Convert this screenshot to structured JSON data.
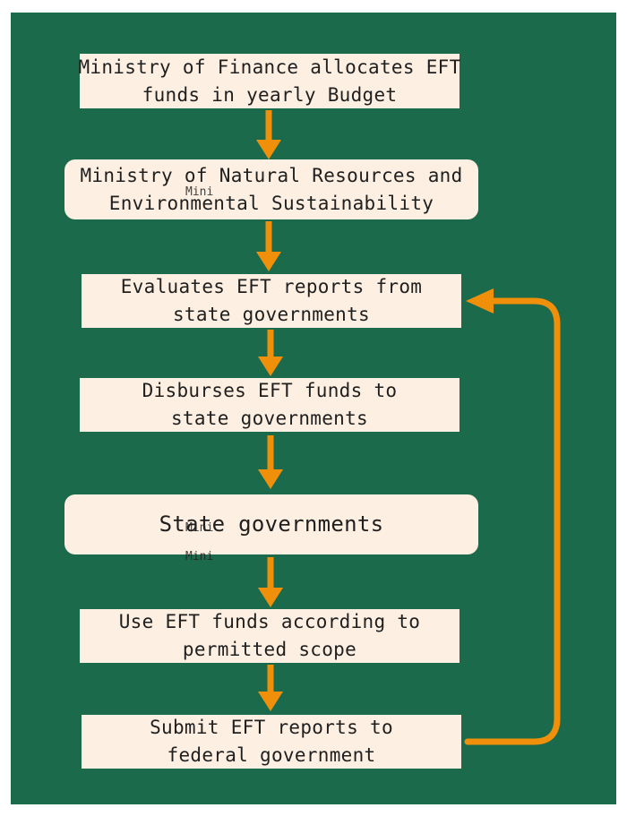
{
  "diagram": {
    "nodes": [
      {
        "id": "n1",
        "line1": "Ministry of Finance allocates EFT",
        "line2": "funds in yearly Budget"
      },
      {
        "id": "n2",
        "line1": "Ministry of Natural Resources and",
        "line2": "Environmental Sustainability"
      },
      {
        "id": "n3",
        "line1": "Evaluates EFT reports from",
        "line2": "state governments"
      },
      {
        "id": "n4",
        "line1": "Disburses EFT funds to",
        "line2": "state governments"
      },
      {
        "id": "n5",
        "line1": "State governments"
      },
      {
        "id": "n6",
        "line1": "Use EFT funds according to",
        "line2": "permitted scope"
      },
      {
        "id": "n7",
        "line1": "Submit EFT reports to",
        "line2": "federal government"
      }
    ],
    "stray_labels": [
      "Mini",
      "Mini",
      "Mini"
    ],
    "colors": {
      "background": "#1c6a4c",
      "box": "#fdf0e2",
      "arrow": "#f0900a"
    }
  }
}
